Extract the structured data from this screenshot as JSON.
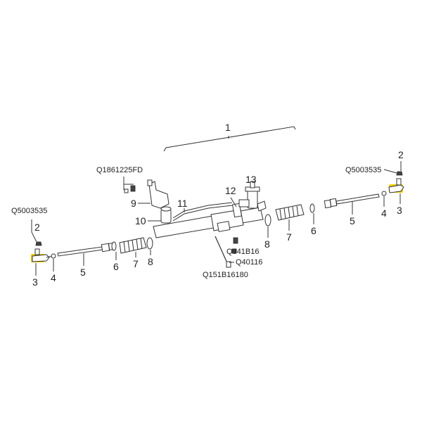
{
  "diagram": {
    "callouts": {
      "n1": "1",
      "n2_left": "2",
      "n2_right": "2",
      "n3_left": "3",
      "n3_right": "3",
      "n4_left": "4",
      "n4_right": "4",
      "n5_left": "5",
      "n5_right": "5",
      "n6_left": "6",
      "n6_right": "6",
      "n7_left": "7",
      "n7_right": "7",
      "n8_left": "8",
      "n8_right": "8",
      "n9": "9",
      "n10": "10",
      "n11": "11",
      "n12": "12",
      "n13": "13"
    },
    "codes": {
      "bracket_bolt": "Q1861225FD",
      "nut_left": "Q5003535",
      "nut_right": "Q5003535",
      "clamp_bolt": "Q341B16",
      "clamp_nut": "Q40116",
      "long_bolt": "Q151B16180"
    },
    "highlight_color": "#f2d000"
  }
}
